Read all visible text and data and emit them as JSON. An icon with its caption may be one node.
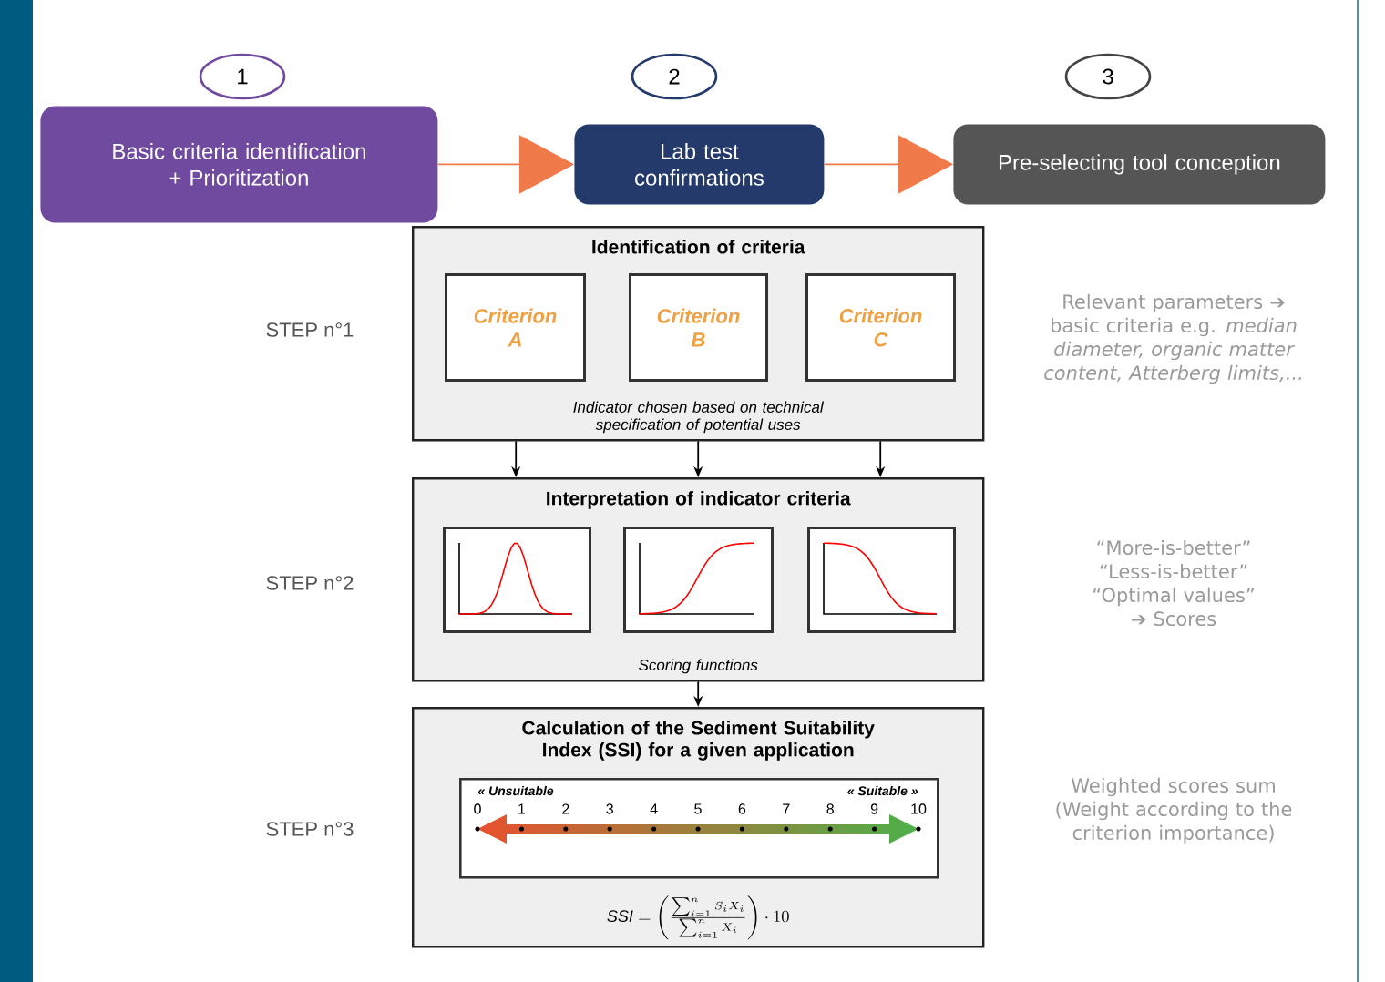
{
  "diagram": {
    "nodes": [
      {
        "text": [
          "1"
        ]
      },
      {
        "text": [
          "2"
        ]
      },
      {
        "text": [
          "3"
        ]
      },
      {
        "text": [
          "Basic criteria identification + Prioritization"
        ]
      },
      {
        "text": [
          "Lab test confirmations"
        ]
      },
      {
        "text": [
          "Pre-selecting tool conception"
        ]
      },
      {
        "text": [
          "Identification of criteria",
          "Indicator chosen based on technical specification of potential uses"
        ]
      },
      {
        "text": [
          "Criterion A"
        ],
        "in": 6
      },
      {
        "text": [
          "Criterion B"
        ],
        "in": 6
      },
      {
        "text": [
          "Criterion C"
        ],
        "in": 6
      },
      {
        "text": [
          "Interpretation of indicator criteria",
          "Scoring functions"
        ]
      },
      {
        "text": [],
        "shape": "box",
        "in": 10
      },
      {
        "text": [],
        "shape": "box",
        "in": 10
      },
      {
        "text": [],
        "shape": "box",
        "in": 10
      },
      {
        "text": [
          "Calculation of the Sediment Suitability Index (SSI) for a given application",
          "\\mathit{SSI} = \\left(\\frac{\\sum_{i=1}^{n} S_i X_i}{\\sum_{i=1}^{n} X_i}\\right)\\cdot 10"
        ]
      },
      {
        "text": [
          "« Unsuitable",
          "« Suitable »",
          "0",
          "1",
          "2",
          "3",
          "4",
          "5",
          "6",
          "7",
          "8",
          "9",
          "10"
        ],
        "in": 14
      }
    ],
    "edges": [
      {
        "from": 3,
        "to": 4,
        "arrow": "to",
        "color": "#f07a4a"
      },
      {
        "from": 4,
        "to": 5,
        "arrow": "to",
        "color": "#f07a4a"
      },
      {
        "from": 6,
        "to": 10,
        "arrow": "to"
      },
      {
        "from": 6,
        "to": 10,
        "arrow": "to"
      },
      {
        "from": 6,
        "to": 10,
        "arrow": "to"
      },
      {
        "from": 10,
        "to": 14,
        "arrow": "to"
      }
    ],
    "labels": [
      "STEP n°1",
      "Relevant parameters ➔ basic criteria e.g. *median diameter, organic matter content, Atterberg limits,...*",
      "STEP n°2",
      "“More-is-better” “Less-is-better” “Optimal values” ➔ Scores",
      "STEP n°3",
      "Weighted scores sum (Weight according to the criterion importance)"
    ]
  }
}
